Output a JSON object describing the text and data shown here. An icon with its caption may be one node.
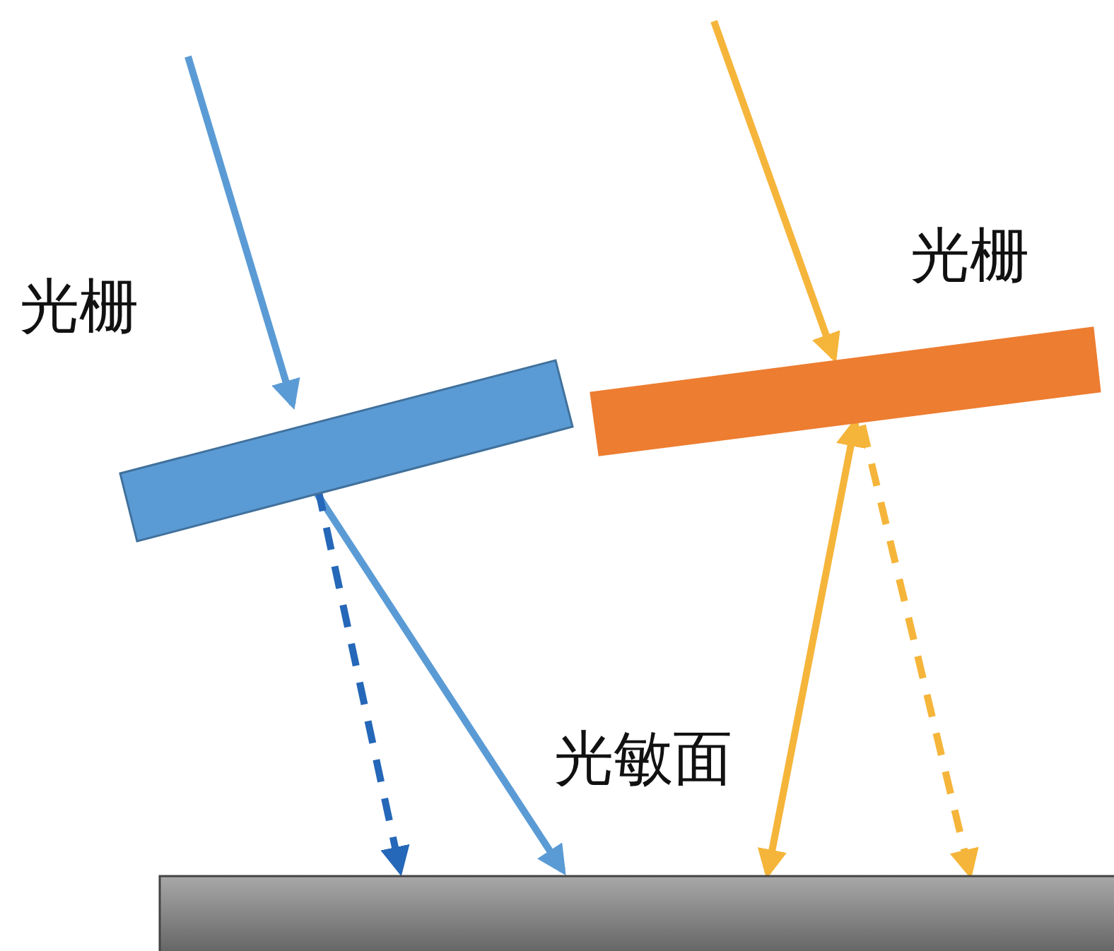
{
  "diagram": {
    "nodes": [
      {
        "text": [],
        "shape": "bar",
        "beside": [
          "光栅"
        ]
      },
      {
        "text": [],
        "shape": "bar",
        "beside": [
          "光栅"
        ]
      },
      {
        "text": [],
        "shape": "bar",
        "beside": [
          "光敏面"
        ]
      }
    ],
    "edges": [
      {
        "from": null,
        "to": 0,
        "arrow": "to",
        "color": "#5b9bd5"
      },
      {
        "from": 0,
        "to": 2,
        "arrow": "to",
        "color": "#5b9bd5"
      },
      {
        "from": 0,
        "to": 2,
        "arrow": "to",
        "style": "dashed",
        "color": "#2567b8"
      },
      {
        "from": null,
        "to": 1,
        "arrow": "to",
        "color": "#f5b53a"
      },
      {
        "from": 1,
        "to": 2,
        "arrow": "both",
        "color": "#f5b53a"
      },
      {
        "from": 1,
        "to": 2,
        "arrow": "to",
        "style": "dashed",
        "color": "#f5b53a"
      }
    ]
  }
}
